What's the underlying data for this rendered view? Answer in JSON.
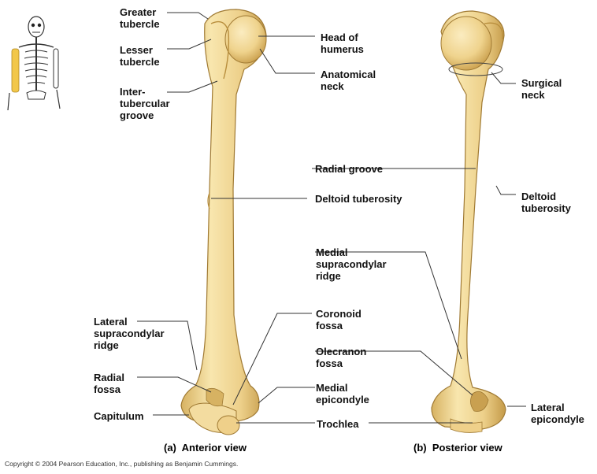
{
  "labels": {
    "greater_tubercle": "Greater\ntubercle",
    "lesser_tubercle": "Lesser\ntubercle",
    "intertubercular_groove": "Inter-\ntubercular\ngroove",
    "head_of_humerus": "Head of\nhumerus",
    "anatomical_neck": "Anatomical\nneck",
    "surgical_neck": "Surgical\nneck",
    "radial_groove": "Radial groove",
    "deltoid_tuberosity_anterior": "Deltoid tuberosity",
    "deltoid_tuberosity_posterior": "Deltoid\ntuberosity",
    "medial_supracondylar_ridge": "Medial\nsupracondylar\nridge",
    "lateral_supracondylar_ridge": "Lateral\nsupracondylar\nridge",
    "coronoid_fossa": "Coronoid\nfossa",
    "olecranon_fossa": "Olecranon\nfossa",
    "radial_fossa": "Radial\nfossa",
    "medial_epicondyle": "Medial\nepicondyle",
    "lateral_epicondyle": "Lateral\nepicondyle",
    "capitulum": "Capitulum",
    "trochlea": "Trochlea"
  },
  "captions": {
    "anterior": "(a)  Anterior view",
    "posterior": "(b)  Posterior view"
  },
  "copyright": "Copyright © 2004 Pearson Education, Inc., publishing as Benjamin Cummings.",
  "colors": {
    "bone_light": "#f7e2a6",
    "bone_mid": "#e9c877",
    "bone_dark": "#b98f3e",
    "highlight_arm": "#f2c74a",
    "leader_line": "#333333"
  }
}
